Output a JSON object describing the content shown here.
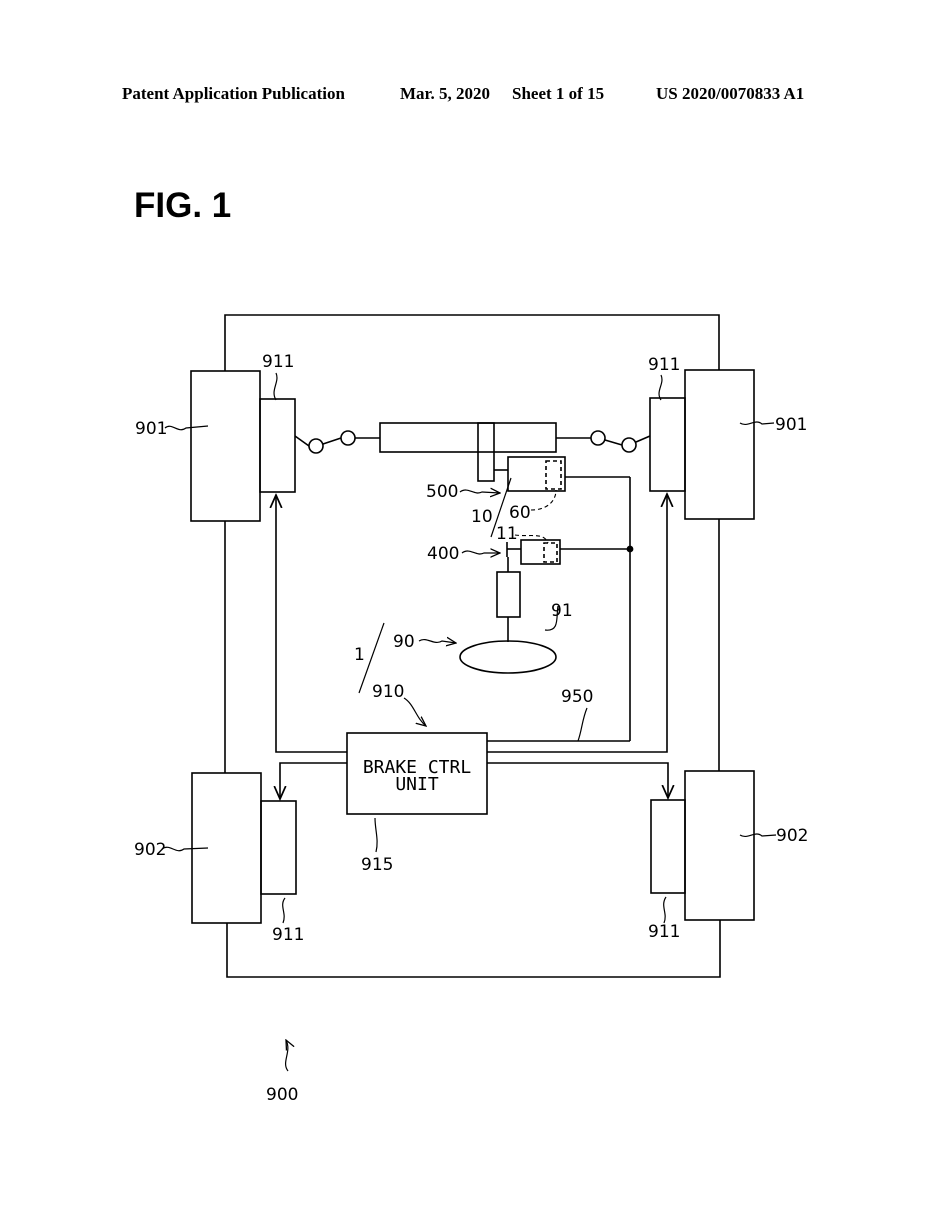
{
  "header": {
    "publication": "Patent Application Publication",
    "date": "Mar. 5, 2020",
    "sheet": "Sheet 1 of 15",
    "number": "US 2020/0070833 A1"
  },
  "figure": {
    "title": "FIG. 1",
    "control_unit_line1": "BRAKE CTRL",
    "control_unit_line2": "UNIT",
    "labels": {
      "front_wheel_left": "901",
      "front_wheel_right": "901",
      "rear_wheel_left": "902",
      "rear_wheel_right": "902",
      "brake_front_left": "911",
      "brake_front_right": "911",
      "brake_rear_left": "911",
      "brake_rear_right": "911",
      "unit_500": "500",
      "ref_10": "10",
      "ref_60": "60",
      "ref_11": "11",
      "unit_400": "400",
      "ref_1": "1",
      "ref_90": "90",
      "ref_91": "91",
      "ref_910": "910",
      "ref_950": "950",
      "ref_915": "915",
      "vehicle_900": "900"
    }
  }
}
